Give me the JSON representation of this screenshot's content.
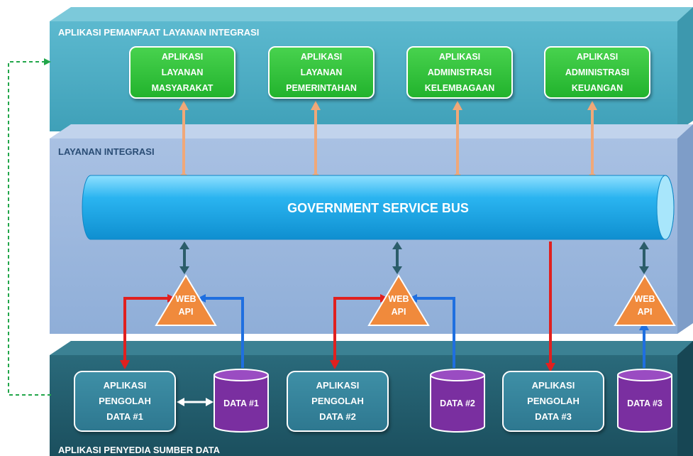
{
  "layers": {
    "top_label": "APLIKASI PEMANFAAT LAYANAN INTEGRASI",
    "middle_label": "LAYANAN INTEGRASI",
    "bottom_label": "APLIKASI PENYEDIA SUMBER DATA"
  },
  "consumer_apps": [
    {
      "label": "APLIKASI\nLAYANAN\nMASYARAKAT"
    },
    {
      "label": "APLIKASI\nLAYANAN\nPEMERINTAHAN"
    },
    {
      "label": "APLIKASI\nADMINISTRASI\nKELEMBAGAAN"
    },
    {
      "label": "APLIKASI\nADMINISTRASI\nKEUANGAN"
    }
  ],
  "bus": {
    "label": "GOVERNMENT SERVICE BUS"
  },
  "web_apis": [
    {
      "label": "WEB\nAPI"
    },
    {
      "label": "WEB\nAPI"
    },
    {
      "label": "WEB\nAPI"
    }
  ],
  "processing_apps": [
    {
      "label": "APLIKASI\nPENGOLAH\nDATA #1"
    },
    {
      "label": "APLIKASI\nPENGOLAH\nDATA #2"
    },
    {
      "label": "APLIKASI\nPENGOLAH\nDATA #3"
    }
  ],
  "databases": [
    {
      "label": "DATA #1"
    },
    {
      "label": "DATA #2"
    },
    {
      "label": "DATA #3"
    }
  ],
  "colors": {
    "top_layer": "#4fb0c6",
    "middle_layer": "#9bb6dc",
    "bottom_layer": "#215d6e",
    "consumer_app": "#2fbf38",
    "bus": "#1aa3e6",
    "web_api": "#f08a3c",
    "processing_app": "#3a8aa3",
    "database": "#7a2fa0",
    "red_arrow": "#e0201f",
    "blue_arrow": "#1f6fe0",
    "orange_link": "#f0a878",
    "dark_link": "#2b5d6a",
    "feedback_link": "#22a64a"
  }
}
